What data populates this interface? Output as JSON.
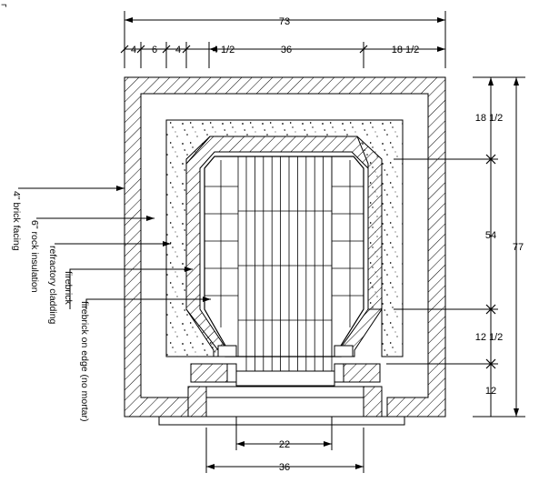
{
  "dimensions": {
    "overall_width": "73",
    "facing_width": "4",
    "insulation_width": "6",
    "lining_width": "4",
    "left_clearance": "4 1/2",
    "interior_width": "36",
    "right_clearance": "18 1/2",
    "upper_height": "18 1/2",
    "middle_height": "54",
    "lower_height": "12 1/2",
    "base_height": "12",
    "overall_height": "77",
    "floor_width_inner": "22",
    "floor_width_outer": "36"
  },
  "labels": {
    "brick_facing": "4\" brick facing",
    "rock_insulation": "6\" rock insulation",
    "refractory_cladding": "refractory cladding",
    "firebrick": "firebrick",
    "firebrick_on_edge": "firebrick on edge (no mortar)"
  },
  "corner_mark": "¬"
}
